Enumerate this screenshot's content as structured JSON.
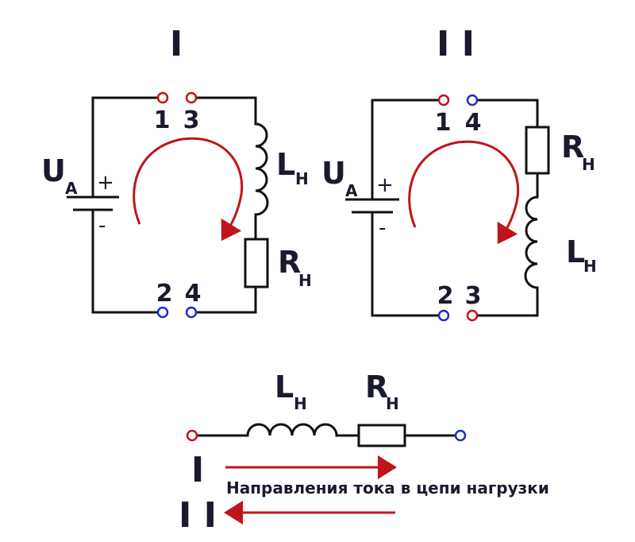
{
  "colors": {
    "wire": "#111111",
    "text": "#1a1a2e",
    "terminal_red": "#c0141c",
    "terminal_blue": "#1c2fc0",
    "arrow": "#c0141c"
  },
  "circuit_I": {
    "title": "I",
    "source_symbol": "U",
    "source_sub": "A",
    "plus": "+",
    "minus": "-",
    "top_terminals": [
      "1",
      "3"
    ],
    "bottom_terminals": [
      "2",
      "4"
    ],
    "inductor_symbol": "L",
    "inductor_sub": "Н",
    "resistor_symbol": "R",
    "resistor_sub": "Н"
  },
  "circuit_II": {
    "title": "I I",
    "source_symbol": "U",
    "source_sub": "A",
    "plus": "+",
    "minus": "-",
    "top_terminals": [
      "1",
      "4"
    ],
    "bottom_terminals": [
      "2",
      "3"
    ],
    "inductor_symbol": "L",
    "inductor_sub": "Н",
    "resistor_symbol": "R",
    "resistor_sub": "Н"
  },
  "load": {
    "inductor_symbol": "L",
    "inductor_sub": "Н",
    "resistor_symbol": "R",
    "resistor_sub": "Н",
    "arrow_I_label": "I",
    "arrow_II_label": "I I",
    "caption": "Направления тока в цепи нагрузки"
  }
}
